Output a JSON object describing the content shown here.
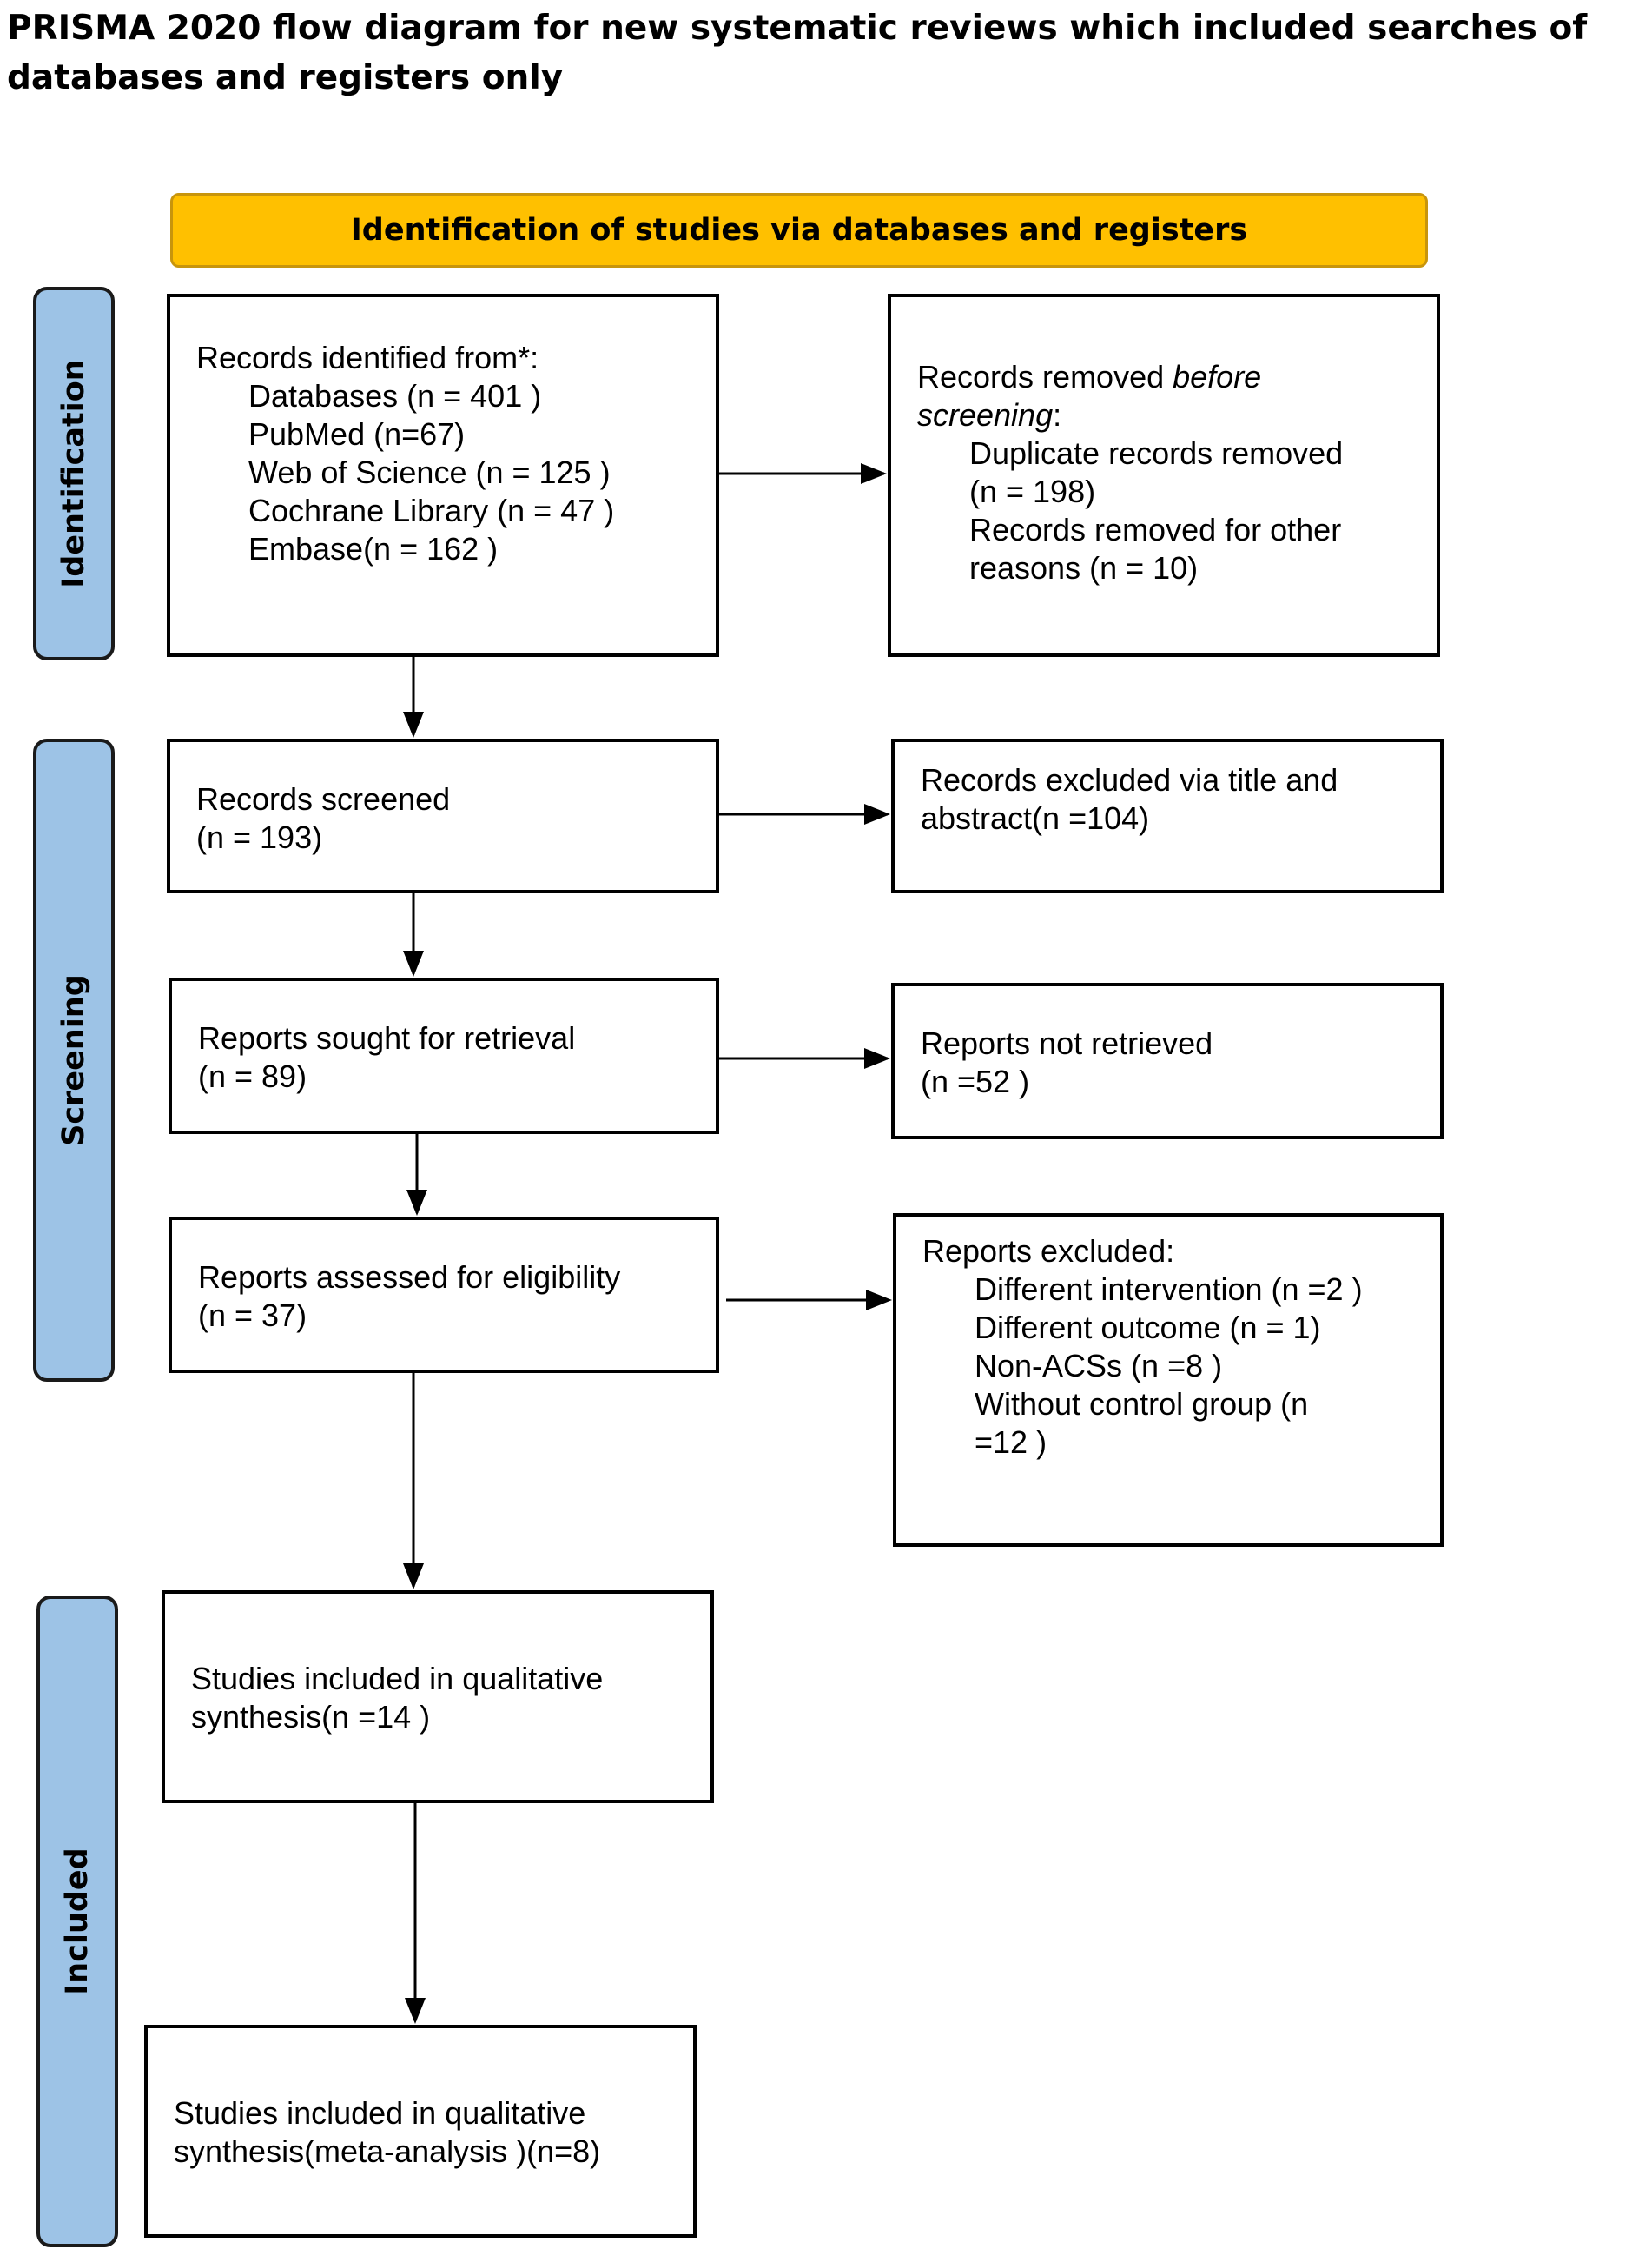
{
  "title": "PRISMA 2020 flow diagram for new systematic reviews which included searches of databases and registers only",
  "banner": "Identification of studies via databases and registers",
  "phases": {
    "identification": "Identification",
    "screening": "Screening",
    "included": "Included"
  },
  "records_identified": {
    "heading": "Records identified from*:",
    "databases": "Databases (n = 401 )",
    "pubmed": "PubMed (n=67)",
    "wos": "Web of Science (n = 125 )",
    "cochrane": "Cochrane Library (n = 47 )",
    "embase": "Embase(n = 162 )"
  },
  "records_removed": {
    "heading_a": "Records removed ",
    "heading_em": "before",
    "heading_b": "screening",
    "heading_colon": ":",
    "dup_a": "Duplicate records removed",
    "dup_b": "(n = 198)",
    "other_a": "Records removed for other",
    "other_b": "reasons (n = 10)"
  },
  "records_screened": {
    "label": "Records screened",
    "count": "(n = 193)"
  },
  "records_excluded": {
    "label": "Records excluded via title and",
    "count": "abstract(n =104)"
  },
  "reports_sought": {
    "label": "Reports sought for retrieval",
    "count": "(n = 89)"
  },
  "reports_not_retrieved": {
    "label": "Reports not retrieved",
    "count": "(n =52 )"
  },
  "reports_assessed": {
    "label": "Reports assessed for eligibility",
    "count": "(n = 37)"
  },
  "reports_excluded": {
    "heading": "Reports excluded:",
    "r1": "Different intervention (n =2 )",
    "r2": "Different outcome (n = 1)",
    "r3": "Non-ACSs (n =8 )",
    "r4a": "Without control group (n",
    "r4b": "=12 )"
  },
  "studies_qualitative": {
    "label": "Studies included in qualitative",
    "count": "synthesis(n =14 )"
  },
  "studies_meta": {
    "label": "Studies included in qualitative",
    "count": "synthesis(meta-analysis )(n=8)"
  },
  "colors": {
    "banner_fill": "#ffc000",
    "banner_border": "#c8950c",
    "phase_fill": "#9dc3e6"
  }
}
